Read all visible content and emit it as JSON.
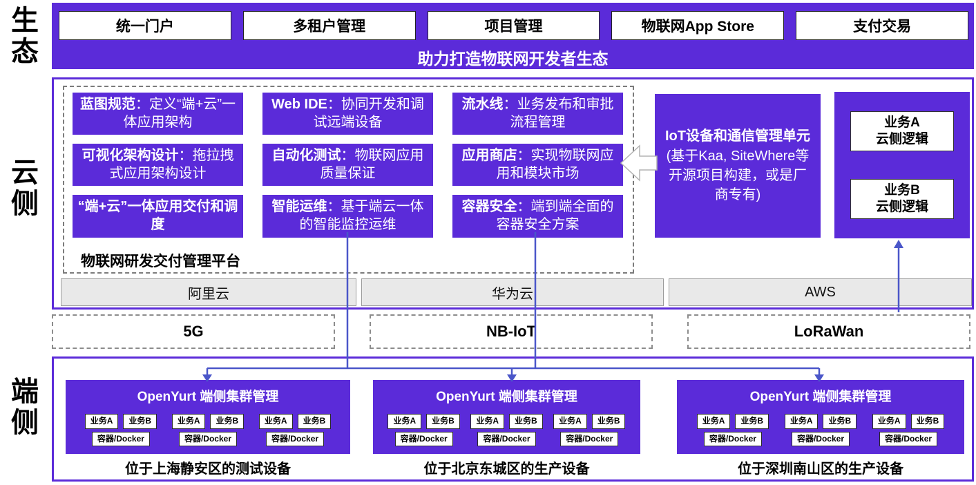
{
  "colors": {
    "purple": "#5B2BD9",
    "connector": "#4A56C9"
  },
  "side_labels": {
    "eco": "生态",
    "cloud": "云侧",
    "edge": "端侧"
  },
  "ecosystem": {
    "items": [
      "统一门户",
      "多租户管理",
      "项目管理",
      "物联网App Store",
      "支付交易"
    ],
    "caption": "助力打造物联网开发者生态"
  },
  "platform": {
    "label": "物联网研发交付管理平台",
    "features": [
      {
        "t": "蓝图规范",
        "d": "：定义“端+云”一体应用架构"
      },
      {
        "t": "Web IDE",
        "d": "：协同开发和调试远端设备"
      },
      {
        "t": "流水线",
        "d": "：业务发布和审批流程管理"
      },
      {
        "t": "可视化架构设计",
        "d": "：拖拉拽式应用架构设计"
      },
      {
        "t": "自动化测试",
        "d": "：物联网应用质量保证"
      },
      {
        "t": "应用商店",
        "d": "：实现物联网应用和模块市场"
      },
      {
        "t": "“端+云”一体应用交付和调度",
        "d": ""
      },
      {
        "t": "智能运维",
        "d": "：基于端云一体的智能监控运维"
      },
      {
        "t": "容器安全",
        "d": "：端到端全面的容器安全方案"
      }
    ]
  },
  "iot_unit": {
    "title": "IoT设备和通信管理单元",
    "desc": "(基于Kaa, SiteWhere等开源项目构建，或是厂商专有)"
  },
  "cloud_logic": {
    "a_line1": "业务A",
    "a_line2": "云侧逻辑",
    "b_line1": "业务B",
    "b_line2": "云侧逻辑"
  },
  "cloud_providers": {
    "items": [
      "阿里云",
      "华为云",
      "AWS"
    ]
  },
  "networks": {
    "items": [
      "5G",
      "NB-IoT",
      "LoRaWan"
    ]
  },
  "edge": {
    "cluster_title": "OpenYurt 端侧集群管理",
    "service_a": "业务A",
    "service_b": "业务B",
    "docker": "容器/Docker",
    "captions": [
      "位于上海静安区的测试设备",
      "位于北京东城区的生产设备",
      "位于深圳南山区的生产设备"
    ]
  }
}
